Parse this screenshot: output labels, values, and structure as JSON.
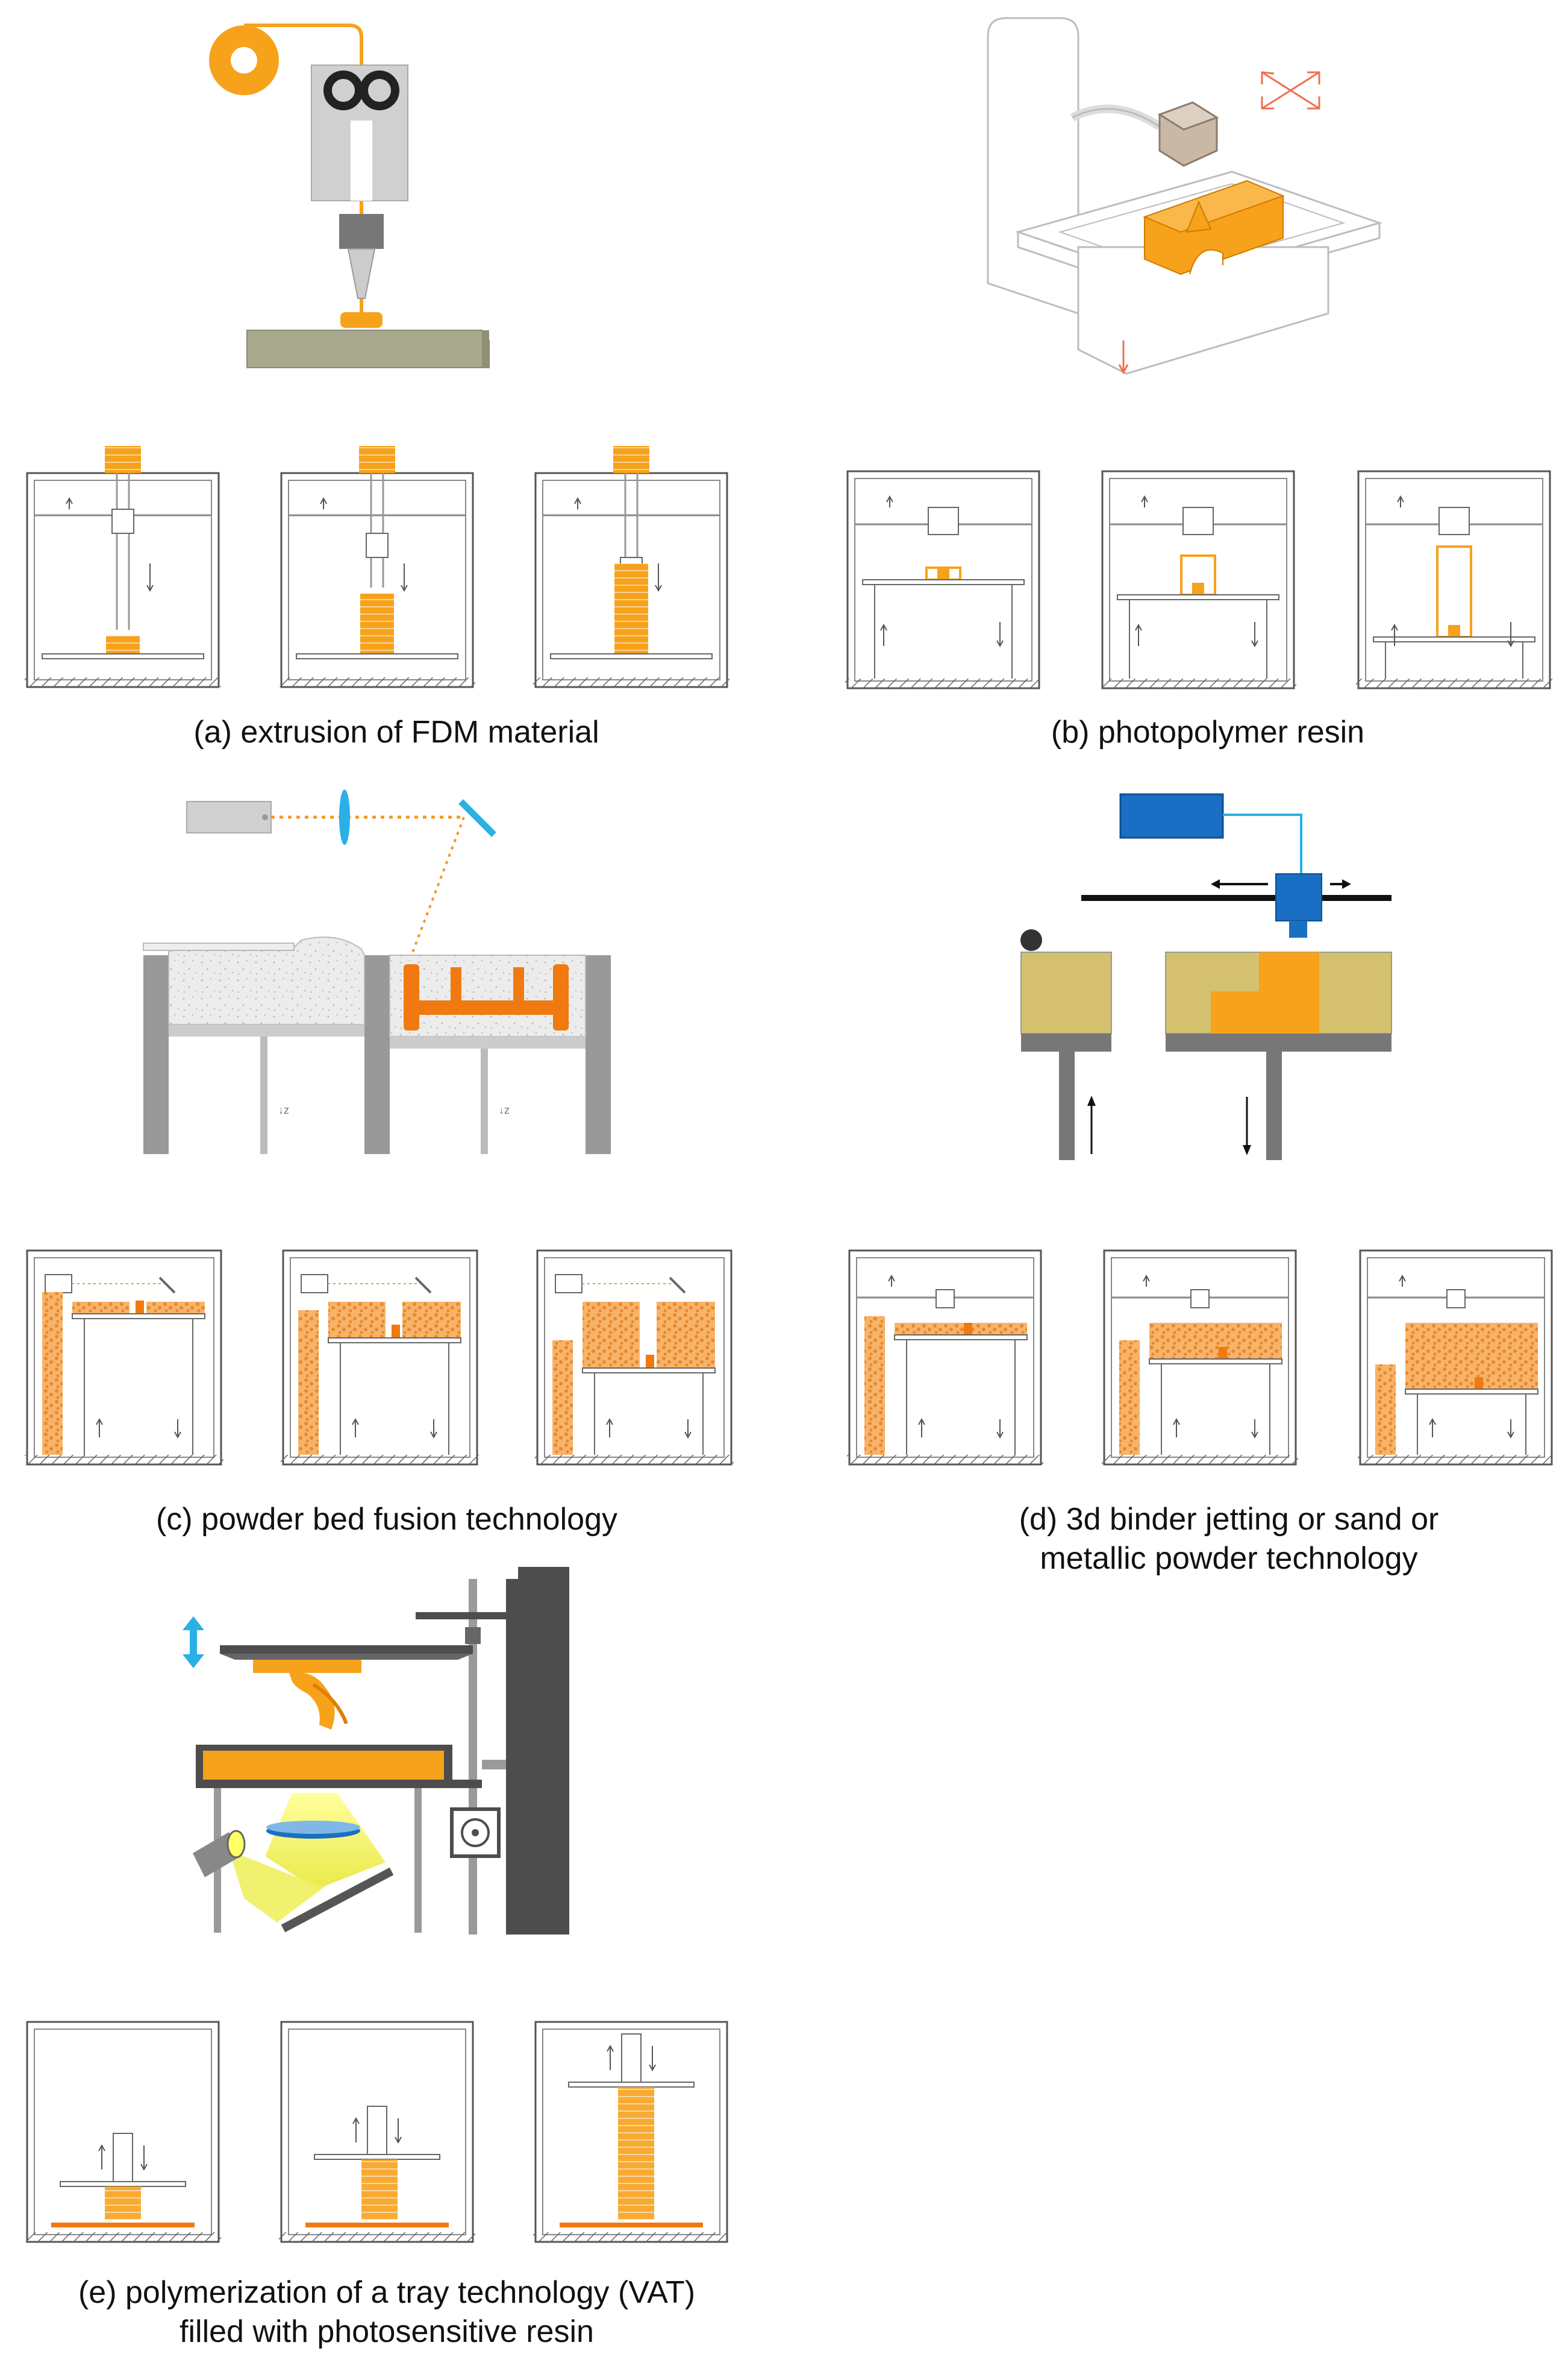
{
  "panels": [
    {
      "id": "a",
      "caption": "(a) extrusion of FDM material"
    },
    {
      "id": "b",
      "caption": "(b) photopolymer resin"
    },
    {
      "id": "c",
      "caption": "(c) powder bed fusion technology"
    },
    {
      "id": "d",
      "caption_lines": [
        "(d) 3d binder jetting or sand or",
        "metallic powder technology"
      ]
    },
    {
      "id": "e",
      "caption_lines": [
        "(e) polymerization of a tray technology (VAT)",
        "filled with photosensitive resin"
      ]
    }
  ],
  "colors": {
    "material": "#f7a21b",
    "powder_orange": "#f5a04a",
    "frame": "#555555",
    "grey_light": "#d9d9d9",
    "grey_mid": "#a6a6a6",
    "grey_dark": "#4d4d4d",
    "sand": "#d4c06e",
    "blue": "#1a6fc4",
    "cyan": "#2ab0e6",
    "yellow": "#f0f060",
    "laser_red": "#f07050"
  },
  "icons": [
    "spool-icon",
    "drive-rollers-icon",
    "nozzle-icon",
    "laser-source-icon",
    "lens-icon",
    "mirror-icon",
    "print-head-icon",
    "projector-icon",
    "motor-icon"
  ]
}
